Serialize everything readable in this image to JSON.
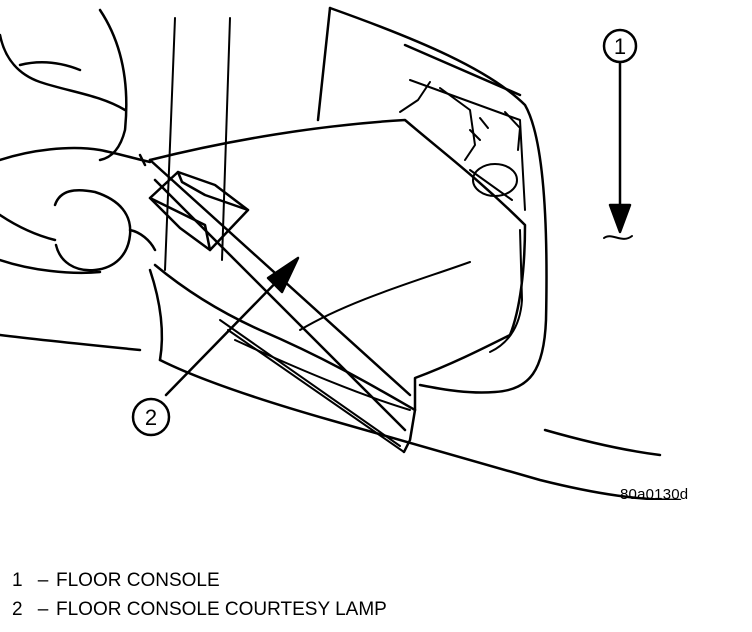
{
  "figure_id": "80a0130d",
  "callouts": [
    {
      "number": "1",
      "label": "FLOOR CONSOLE"
    },
    {
      "number": "2",
      "label": "FLOOR CONSOLE COURTESY LAMP"
    }
  ],
  "legend_separator": "–",
  "line_color": "#000000",
  "background_color": "#ffffff"
}
